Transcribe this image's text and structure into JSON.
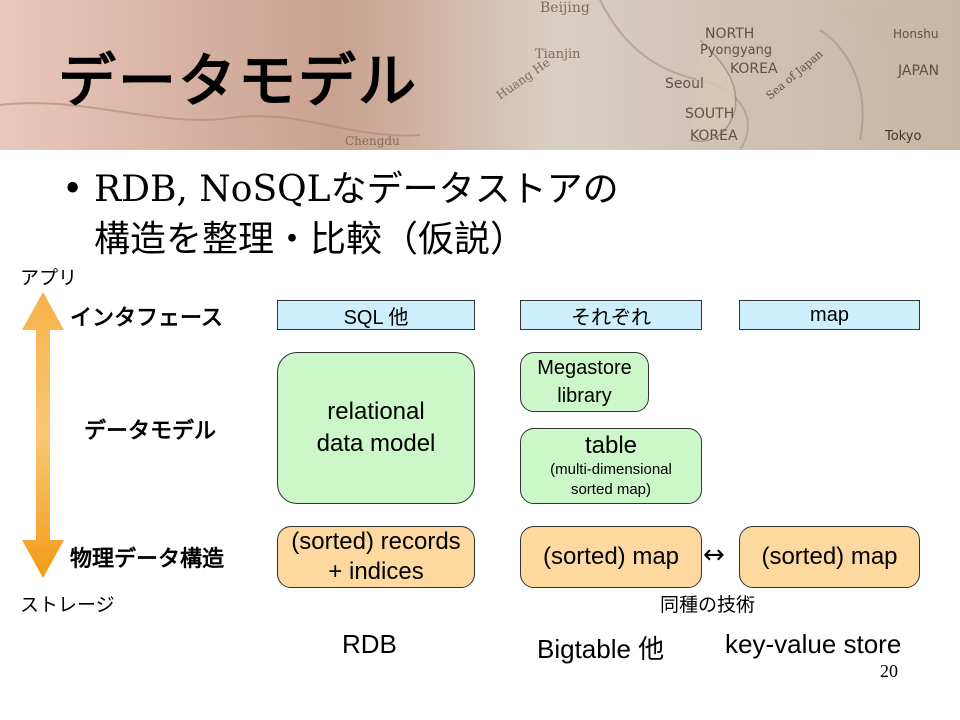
{
  "title": "データモデル",
  "bullet": {
    "line1": "RDB, NoSQLなデータストアの",
    "line2": "構造を整理・比較（仮説）"
  },
  "axis": {
    "top": "アプリ",
    "bottom": "ストレージ"
  },
  "rows": {
    "interface": "インタフェース",
    "data_model": "データモデル",
    "physical": "物理データ構造"
  },
  "rdb": {
    "interface": "SQL 他",
    "model_line1": "relational",
    "model_line2": "data model",
    "physical_line1": "(sorted) records",
    "physical_line2": "+ indices",
    "label": "RDB"
  },
  "bigtable": {
    "interface": "それぞれ",
    "megastore_line1": "Megastore",
    "megastore_line2": "library",
    "table_title": "table",
    "table_sub1": "(multi-dimensional",
    "table_sub2": "sorted map)",
    "physical": "(sorted) map",
    "label": "Bigtable 他"
  },
  "kvs": {
    "interface": "map",
    "physical": "(sorted) map",
    "label": "key-value store"
  },
  "link_symbol": "↔",
  "same_tech_note": "同種の技術",
  "page_number": "20",
  "header_map_words": [
    "Beijing",
    "Tianjin",
    "NORTH",
    "Pyongyang",
    "KOREA",
    "Seoul",
    "SOUTH",
    "KOREA",
    "JAPAN",
    "Honshu",
    "Tokyo",
    "Sea of Japan",
    "Huang He",
    "Chengdu"
  ],
  "colors": {
    "interface_fill": "#cdeefb",
    "model_fill": "#cbf7c9",
    "physical_fill": "#fdd9a0",
    "arrow": "#f59c1d"
  }
}
